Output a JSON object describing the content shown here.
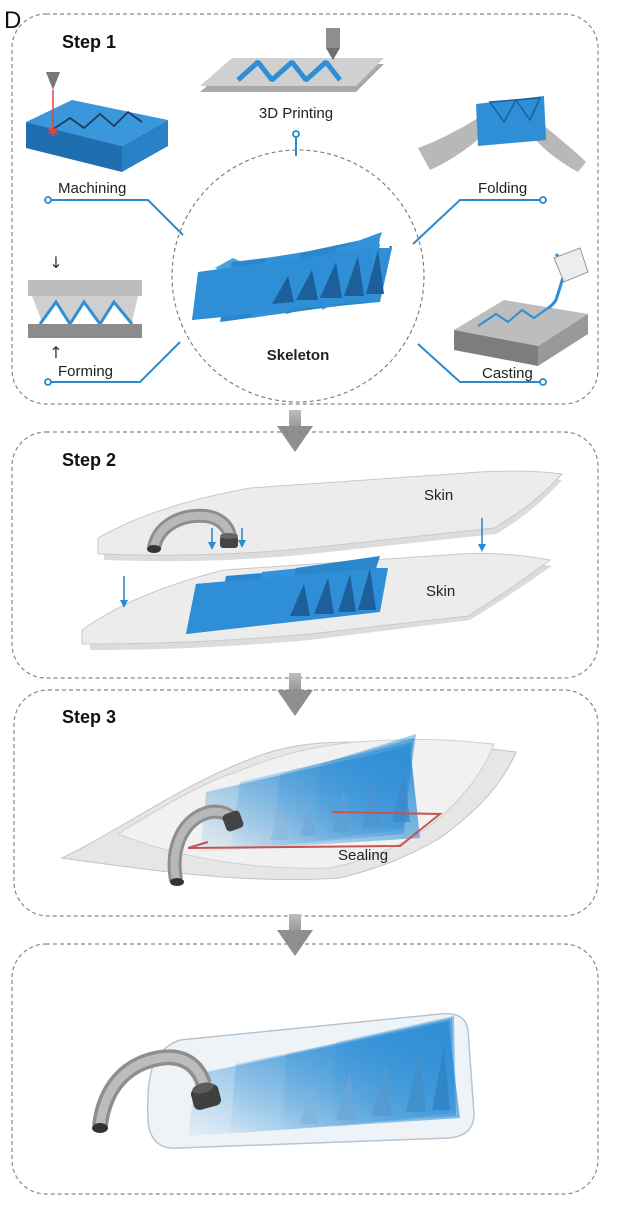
{
  "figure": {
    "panel_letter": "D",
    "colors": {
      "skeleton_blue": "#2f8fd6",
      "skeleton_dark": "#1c5f9a",
      "connector_blue": "#2a8ad0",
      "skin_gray": "#e8e8e8",
      "seal_red": "#d9534f",
      "arrow_gray": "#9a9a9a"
    }
  },
  "step1": {
    "title": "Step 1",
    "center_label": "Skeleton",
    "methods": {
      "machining": "Machining",
      "printing": "3D Printing",
      "folding": "Folding",
      "forming": "Forming",
      "casting": "Casting"
    }
  },
  "step2": {
    "title": "Step 2",
    "skin_top_label": "Skin",
    "skin_bottom_label": "Skin"
  },
  "step3": {
    "title": "Step 3",
    "sealing_label": "Sealing"
  }
}
